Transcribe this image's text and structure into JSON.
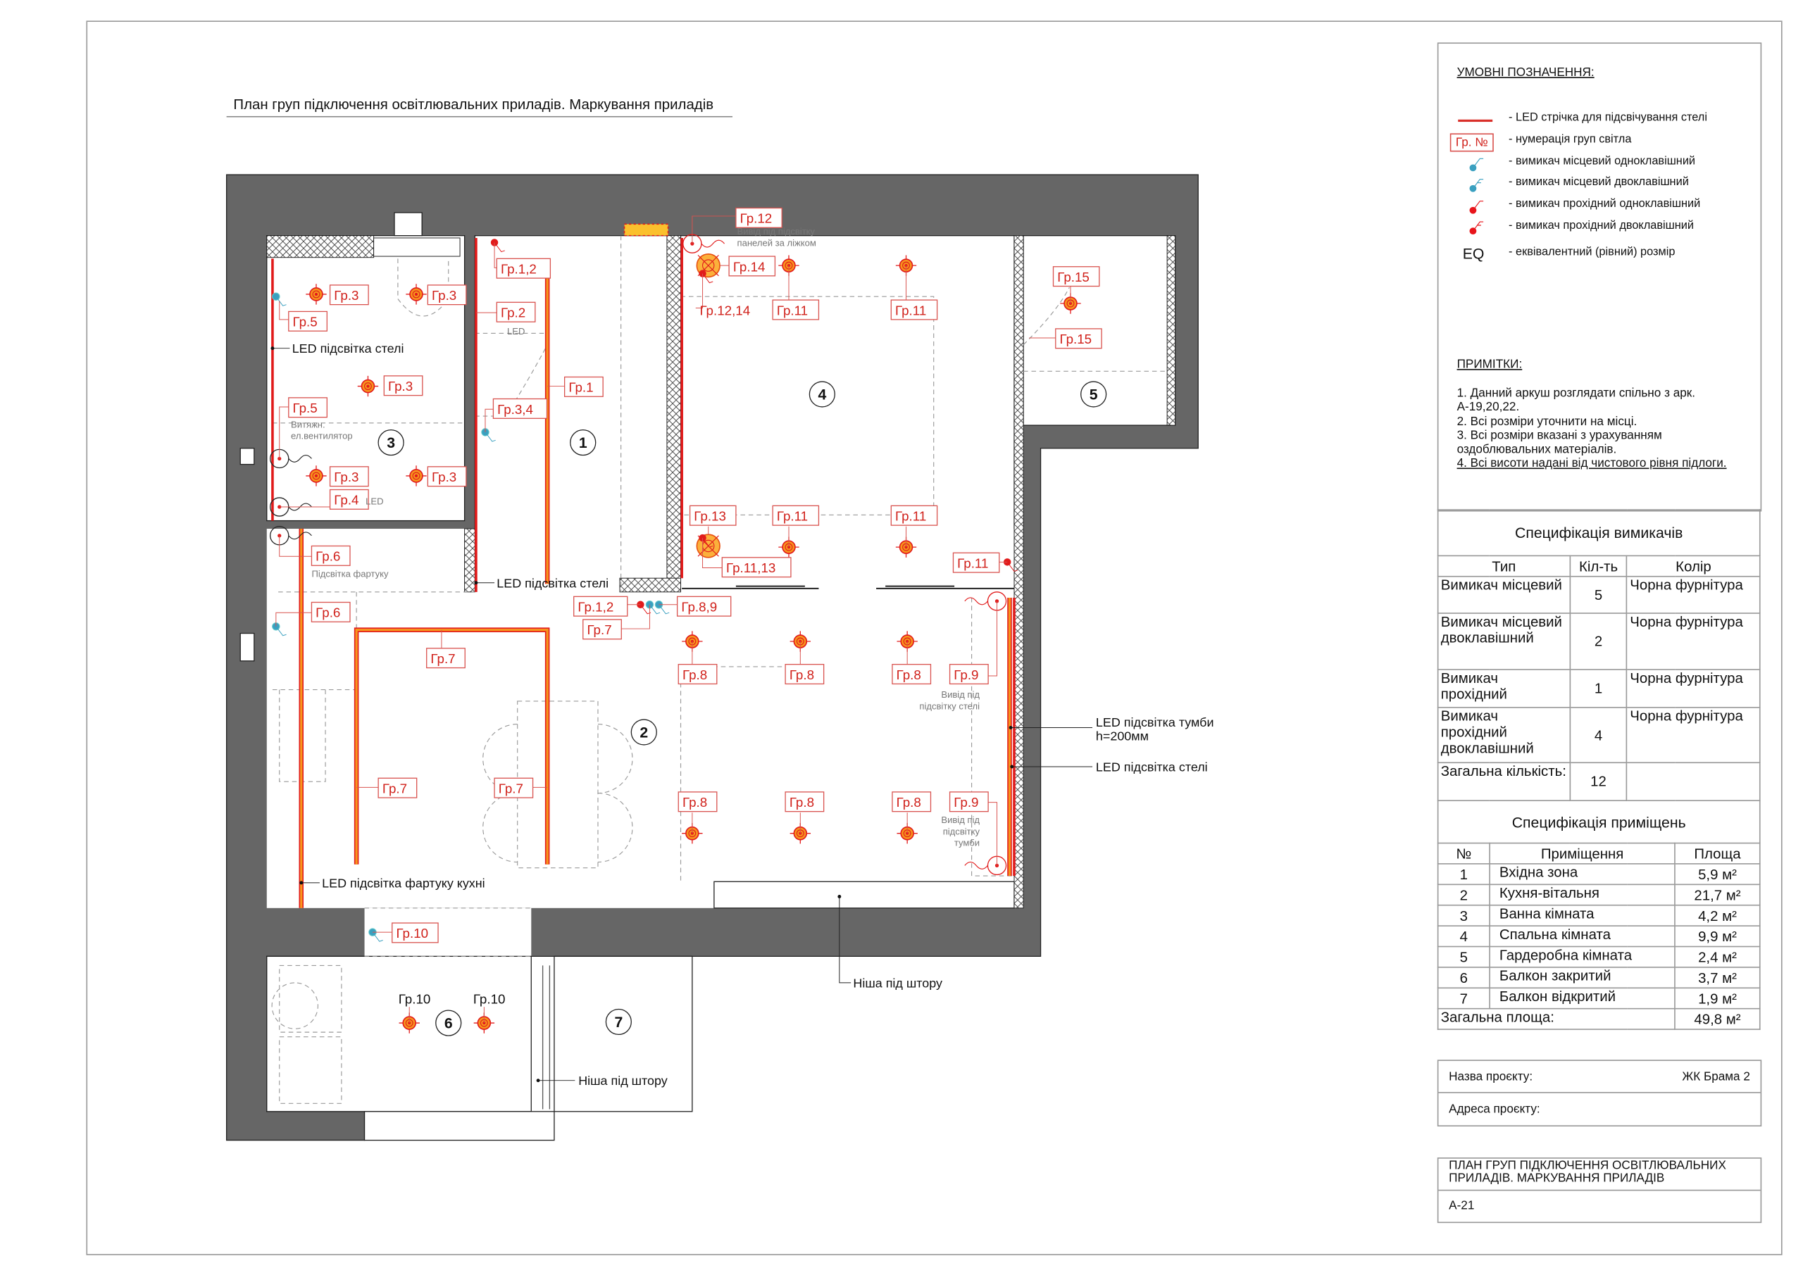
{
  "sheet_title": "План груп підключення освітлювальних приладів. Маркування приладів",
  "legend": {
    "header": "УМОВНІ ПОЗНАЧЕННЯ:",
    "group_symbol": "Гр. №",
    "eq_symbol": "EQ",
    "items": [
      "- LED стрічка для підсвічування стелі",
      "- нумерація груп світла",
      "- вимикач місцевий одноклавішний",
      "- вимикач місцевий двоклавішний",
      "- вимикач прохідний одноклавішний",
      "- вимикач прохідний двоклавішний",
      "- еквівалентний (рівний) розмір"
    ],
    "colors": {
      "led": "#d9302a",
      "local_switch": "#3aa0c0",
      "pass_switch": "#e8151b"
    }
  },
  "notes": {
    "header": "ПРИМІТКИ:",
    "lines": [
      "1. Данний аркуш розглядати спільно з арк.",
      "А-19,20,22.",
      "2. Всі розміри уточнити на місці.",
      "3. Всі розміри вказані з урахуванням",
      "оздоблювальних матеріалів.",
      "4. Всі висоти надані від чистового рівня підлоги."
    ]
  },
  "switch_spec": {
    "title": "Специфікація вимикачів",
    "headers": [
      "Тип",
      "Кіл-ть",
      "Колір"
    ],
    "rows": [
      [
        "Вимикач місцевий",
        "5",
        "Чорна фурнітура"
      ],
      [
        "Вимикач місцевий двоклавішний",
        "2",
        "Чорна фурнітура"
      ],
      [
        "Вимикач прохідний",
        "1",
        "Чорна фурнітура"
      ],
      [
        "Вимикач прохідний двоклавішний",
        "4",
        "Чорна фурнітура"
      ],
      [
        "Загальна кількість:",
        "12",
        ""
      ]
    ]
  },
  "room_spec": {
    "title": "Специфікація приміщень",
    "headers": [
      "№",
      "Приміщення",
      "Площа"
    ],
    "rows": [
      [
        "1",
        "Вхідна зона",
        "5,9 м²"
      ],
      [
        "2",
        "Кухня-вітальня",
        "21,7 м²"
      ],
      [
        "3",
        "Ванна кімната",
        "4,2 м²"
      ],
      [
        "4",
        "Спальна кімната",
        "9,9 м²"
      ],
      [
        "5",
        "Гардеробна кімната",
        "2,4 м²"
      ],
      [
        "6",
        "Балкон закритий",
        "3,7 м²"
      ],
      [
        "7",
        "Балкон відкритий",
        "1,9 м²"
      ]
    ],
    "total_label": "Загальна площа:",
    "total_value": "49,8 м²"
  },
  "project": {
    "name_label": "Назва проєкту:",
    "name_value": "ЖК Брама 2",
    "address_label": "Адреса проєкту:"
  },
  "title_block": {
    "drawing_title": "ПЛАН ГРУП ПІДКЛЮЧЕННЯ ОСВІТЛЮВАЛЬНИХ ПРИЛАДІВ. МАРКУВАННЯ ПРИЛАДІВ",
    "sheet_number": "А-21"
  },
  "plan": {
    "room_numbers": [
      "1",
      "2",
      "3",
      "4",
      "5",
      "6",
      "7"
    ],
    "group_labels": [
      "Гр.3",
      "Гр.3",
      "Гр.5",
      "Гр.3",
      "Гр.5",
      "Гр.3",
      "Гр.3",
      "Гр.4",
      "Гр.1,2",
      "Гр.2",
      "Гр.1",
      "Гр.3,4",
      "Гр.12",
      "Гр.14",
      "Гр.12,14",
      "Гр.11",
      "Гр.11",
      "Гр.15",
      "Гр.15",
      "Гр.13",
      "Гр.11",
      "Гр.11",
      "Гр.11,13",
      "Гр.11",
      "Гр.6",
      "Гр.6",
      "Гр.1,2",
      "Гр.8,9",
      "Гр.7",
      "Гр.7",
      "Гр.8",
      "Гр.8",
      "Гр.8",
      "Гр.9",
      "Гр.7",
      "Гр.7",
      "Гр.8",
      "Гр.8",
      "Гр.8",
      "Гр.9",
      "Гр.10",
      "Гр.10",
      "Гр.10"
    ],
    "small_notes": [
      "Витяжн.",
      "ел.вентилятор",
      "LED",
      "LED",
      "Вивід під підсвітку",
      "панелей за ліжком",
      "Підсвітка фартуку",
      "Вивід під",
      "підсвітку стелі",
      "Вивід під",
      "підсвітку",
      "тумби"
    ],
    "callouts": [
      "LED підсвітка стелі",
      "LED підсвітка стелі",
      "LED підсвітка тумби",
      "h=200мм",
      "LED підсвітка стелі",
      "LED підсвітка фартуку кухні",
      "Ніша під штору",
      "Ніша під штору"
    ]
  }
}
